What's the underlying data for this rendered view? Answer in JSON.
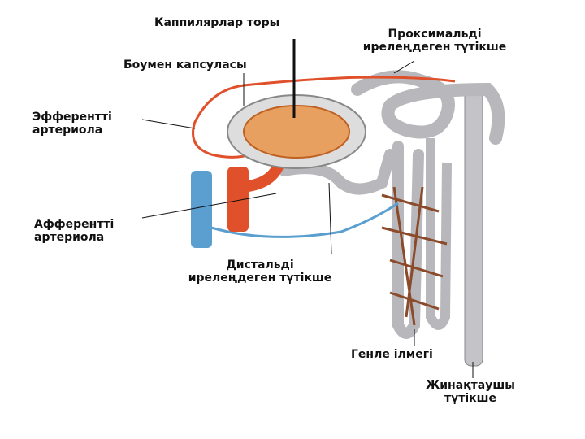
{
  "labels": {
    "capillary_network": "Каппилярлар торы",
    "bowman_capsule": "Боумен капсуласы",
    "proximal_1": "Проксимальді",
    "proximal_2": "ирелеңдеген түтікше",
    "efferent_1": "Эфферентті",
    "efferent_2": "артериола",
    "afferent_1": "Афферентті",
    "afferent_2": "артериола",
    "distal_1": "Дистальді",
    "distal_2": "ирелеңдеген түтікше",
    "henle_loop": "Генле ілмегі",
    "collecting_1": "Жинақтаушы",
    "collecting_2": "түтікше"
  },
  "colors": {
    "artery": "#e0502a",
    "vein": "#5a9fd0",
    "tubule": "#b8b8bc",
    "capillary": "#e8a060"
  }
}
